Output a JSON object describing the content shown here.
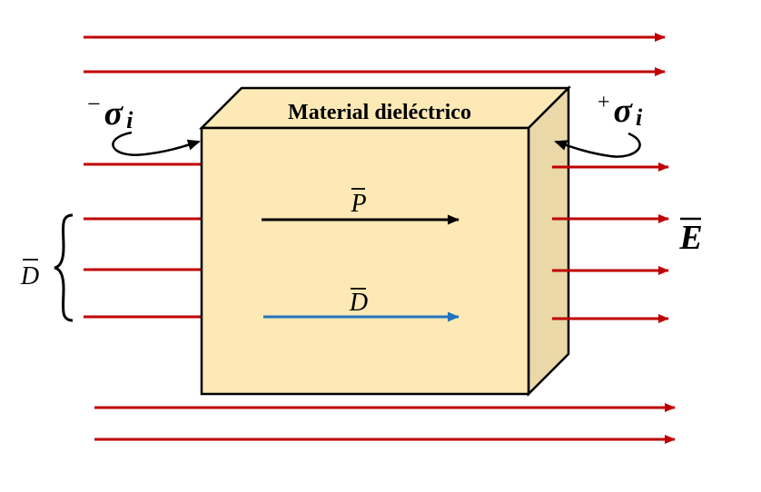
{
  "block": {
    "title": "Material dieléctrico",
    "face_color": "#fde9b5",
    "side_color": "#ead8a8",
    "edge_color": "#000000"
  },
  "labels": {
    "sigma_left_sign": "−",
    "sigma_right_sign": "+",
    "sigma_symbol": "σ",
    "sigma_subscript": "i",
    "polarization": "P",
    "displacement_inside": "D",
    "displacement_outside": "D",
    "field": "E"
  },
  "colors": {
    "field_lines": "#c00000",
    "polarization_arrow": "#000000",
    "displacement_arrow": "#2273bd"
  },
  "icons": {
    "curly_brace": "curly-brace-icon",
    "pointer_arrows": "curved-arrow-icon"
  }
}
